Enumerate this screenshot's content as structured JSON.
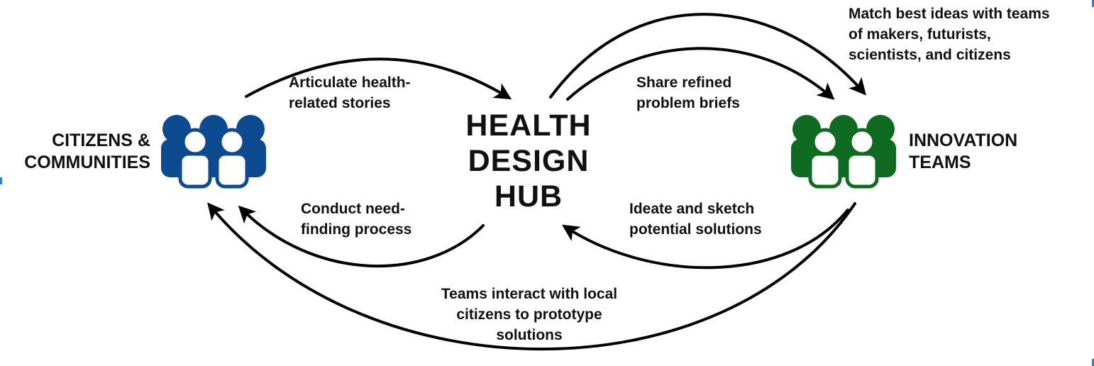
{
  "hub": {
    "label": "HEALTH\nDESIGN\nHUB"
  },
  "nodes": {
    "citizens": {
      "label": "CITIZENS &\nCOMMUNITIES",
      "icon": "people-group-icon",
      "color": "#0d4a8f"
    },
    "innovation": {
      "label": "INNOVATION\nTEAMS",
      "icon": "people-group-icon",
      "color": "#0f6a22"
    }
  },
  "edges": {
    "articulate": "Articulate health-\nrelated stories",
    "conduct": "Conduct need-\nfinding process",
    "share": "Share refined\nproblem briefs",
    "ideate": "Ideate and sketch\npotential solutions",
    "match": "Match best ideas with teams\nof makers, futurists,\nscientists, and citizens",
    "interact": "Teams interact with local\ncitizens to prototype\nsolutions"
  },
  "colors": {
    "arrow": "#000000",
    "text": "#111111",
    "corner_accent": "#2a7fd0"
  }
}
